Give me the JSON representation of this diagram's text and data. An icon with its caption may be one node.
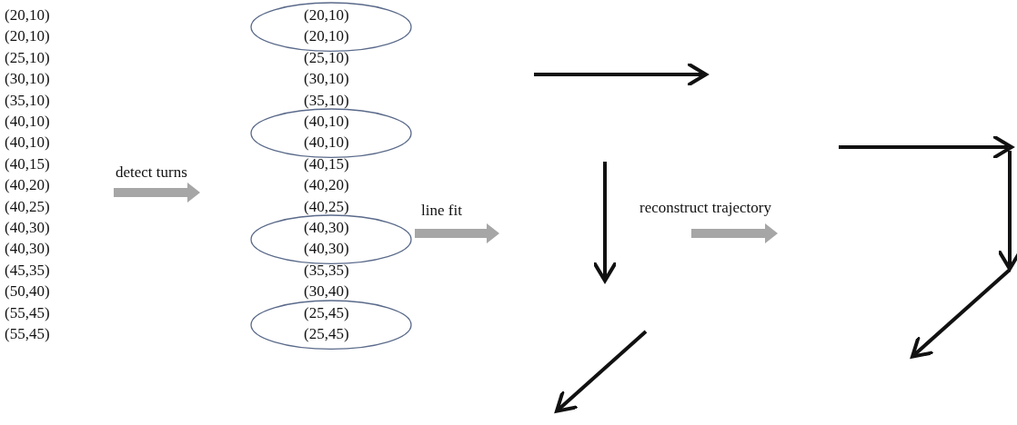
{
  "diagram": {
    "nodes": [
      {
        "text": [
          "(20,10)",
          "(20,10)"
        ]
      },
      {
        "text": [
          "(40,10)",
          "(40,10)"
        ]
      },
      {
        "text": [
          "(40,30)",
          "(40,30)"
        ]
      },
      {
        "text": [
          "(25,45)",
          "(25,45)"
        ]
      }
    ],
    "edges": [],
    "labels": [
      "(20,10)",
      "(20,10)",
      "(25,10)",
      "(30,10)",
      "(35,10)",
      "(40,10)",
      "(40,10)",
      "(40,15)",
      "(40,20)",
      "(40,25)",
      "(40,30)",
      "(40,30)",
      "(45,35)",
      "(50,40)",
      "(55,45)",
      "(55,45)",
      "detect turns",
      "(25,10)",
      "(30,10)",
      "(35,10)",
      "(40,15)",
      "(40,20)",
      "(40,25)",
      "(35,35)",
      "(30,40)",
      "line fit",
      "reconstruct trajectory"
    ]
  }
}
